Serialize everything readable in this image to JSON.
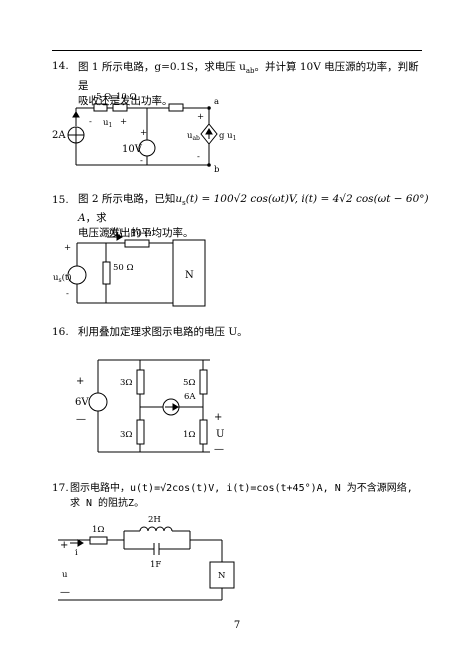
{
  "q14": {
    "number": "14.",
    "line1": "图 1 所示电路，g=0.1S，求电压 u",
    "line1_sub": "ab",
    "line1_rest": "。并计算 10V 电压源的功率，判断是",
    "line2": "吸收还是发出功率。",
    "labels": {
      "r1": "5 Ω",
      "r2": "10 Ω",
      "src_i": "2A",
      "u1": "u",
      "u1_sub": "1",
      "plus": "+",
      "minus": "-",
      "vs": "10V",
      "a": "a",
      "b": "b",
      "uab": "u",
      "uab_sub": "ab",
      "gu": "g u",
      "gu_sub": "1"
    }
  },
  "q15": {
    "number": "15.",
    "text_pre": "图 2 所示电路，已知",
    "formula": "u",
    "formula_sub": "s",
    "formula_rest": "(t) = 100√2 cos(ωt)V, i(t) = 4√2 cos(ωt − 60°) A",
    "text_post": "，求",
    "line2": "电压源发出的平均功率。",
    "labels": {
      "it": "i(t)",
      "r1": "10 Ω",
      "r2": "50 Ω",
      "us": "u",
      "us_sub": "s",
      "us_rest": "(t)",
      "n": "N",
      "plus": "+",
      "minus": "-"
    }
  },
  "q16": {
    "number": "16.",
    "text": "利用叠加定理求图示电路的电压 U。",
    "labels": {
      "plus": "+",
      "minus": "—",
      "vs": "6V",
      "r1": "3Ω",
      "r2": "5Ω",
      "r3": "3Ω",
      "r4": "1Ω",
      "cs": "6A",
      "u": "U"
    }
  },
  "q17": {
    "number": "17.",
    "line1": "图示电路中，u(t)=√2cos(t)V, i(t)=cos(t+45°)A, N 为不含源网络,",
    "line2": "求 N 的阻抗Z。",
    "labels": {
      "r": "1Ω",
      "l": "2H",
      "c": "1F",
      "n": "N",
      "plus": "+",
      "i": "i",
      "u": "u",
      "minus": "—"
    }
  },
  "page_number": "7"
}
